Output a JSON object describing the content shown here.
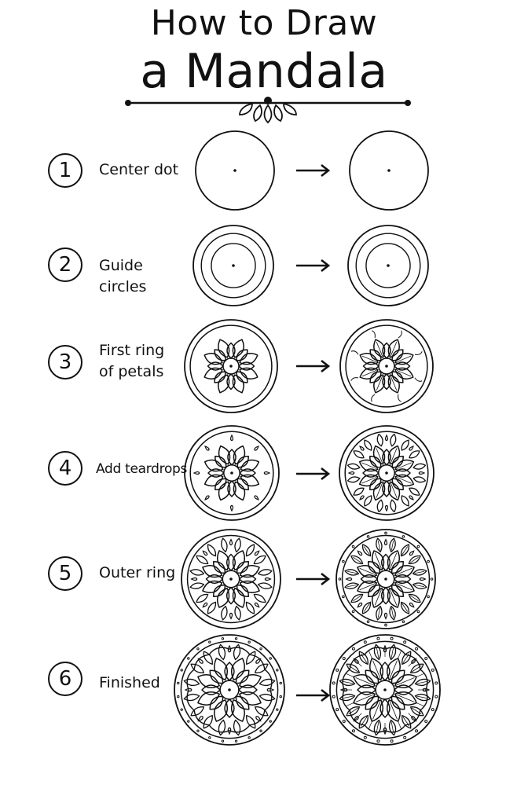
{
  "title": {
    "line1": "How to Draw",
    "line2": "a Mandala"
  },
  "steps": [
    {
      "number": "1",
      "label": "Center dot",
      "stage": 1
    },
    {
      "number": "2",
      "label": "Guide circles",
      "stage": 2
    },
    {
      "number": "3",
      "label_lines": [
        "First ring",
        "of petals"
      ],
      "stage": 3
    },
    {
      "number": "4",
      "label": "Add teardrops",
      "stage": 4
    },
    {
      "number": "5",
      "label": "Outer ring",
      "stage": 5
    },
    {
      "number": "6",
      "label": "Finished",
      "stage": 6
    }
  ],
  "icons": {
    "arrow": "right-arrow-icon",
    "divider": "ornamental-divider-icon"
  },
  "colors": {
    "ink": "#111111",
    "background": "#ffffff"
  }
}
